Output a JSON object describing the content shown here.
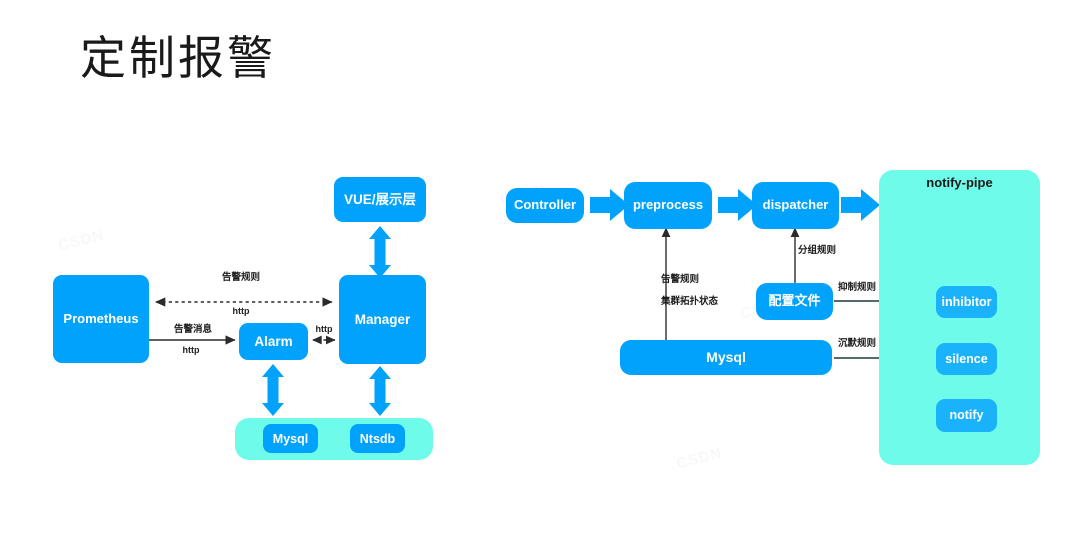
{
  "slide": {
    "title": "定制报警",
    "background_color": "#ffffff"
  },
  "theme": {
    "node_blue": "#00a2fb",
    "node_blue_light": "#1ab2fb",
    "container_mint": "#6ffbe9",
    "arrow_block_blue": "#00a2fb",
    "line_dark": "#333333",
    "text_on_node": "#ffffff"
  },
  "left_diagram": {
    "name": "prometheus-alarm-architecture",
    "nodes": [
      {
        "id": "prometheus",
        "label": "Prometheus"
      },
      {
        "id": "vue",
        "label": "VUE/展示层"
      },
      {
        "id": "manager",
        "label": "Manager"
      },
      {
        "id": "alarm",
        "label": "Alarm"
      },
      {
        "id": "mysql",
        "label": "Mysql"
      },
      {
        "id": "ntsdb",
        "label": "Ntsdb"
      }
    ],
    "storage_container": {
      "id": "storage",
      "label": ""
    },
    "edge_labels": {
      "rule_top": "告警规则",
      "rule_top_sub": "http",
      "msg_mid": "告警消息",
      "msg_mid_sub": "http",
      "alarm_manager": "http"
    }
  },
  "right_diagram": {
    "name": "alert-pipeline",
    "nodes": [
      {
        "id": "controller",
        "label": "Controller"
      },
      {
        "id": "preprocess",
        "label": "preprocess"
      },
      {
        "id": "dispatcher",
        "label": "dispatcher"
      },
      {
        "id": "config",
        "label": "配置文件"
      },
      {
        "id": "mysql",
        "label": "Mysql"
      },
      {
        "id": "inhibitor",
        "label": "inhibitor"
      },
      {
        "id": "silence",
        "label": "silence"
      },
      {
        "id": "notify",
        "label": "notify"
      }
    ],
    "pipe_container": {
      "id": "notify-pipe",
      "label": "notify-pipe"
    },
    "edge_labels": {
      "alarm_rule": "告警规则",
      "cluster_topo": "集群拓扑状态",
      "group_rule": "分组规则",
      "inhibit_rule": "抑制规则",
      "silence_rule": "沉默规则"
    }
  },
  "watermarks": [
    "CSDN",
    "CSDN",
    "CSDN",
    "CSDN"
  ]
}
